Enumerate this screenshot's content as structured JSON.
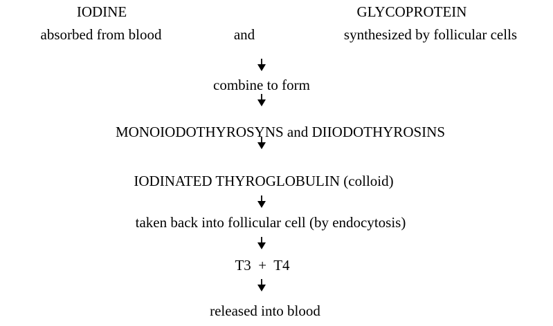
{
  "top_left": {
    "title": "IODINE",
    "subtitle": "absorbed from blood"
  },
  "top_connector": "and",
  "top_right": {
    "title": "GLYCOPROTEIN",
    "subtitle": "synthesized by follicular cells"
  },
  "steps": [
    "combine to form",
    "MONOIODOTHYROSYNS and DIIODOTHYROSINS",
    "IODINATED THYROGLOBULIN (colloid)",
    "taken back into follicular cell (by endocytosis)",
    "T3  +  T4",
    "released into blood"
  ],
  "arrow_icon": "down-arrow-icon",
  "colors": {
    "text": "#000000",
    "background": "#ffffff"
  }
}
